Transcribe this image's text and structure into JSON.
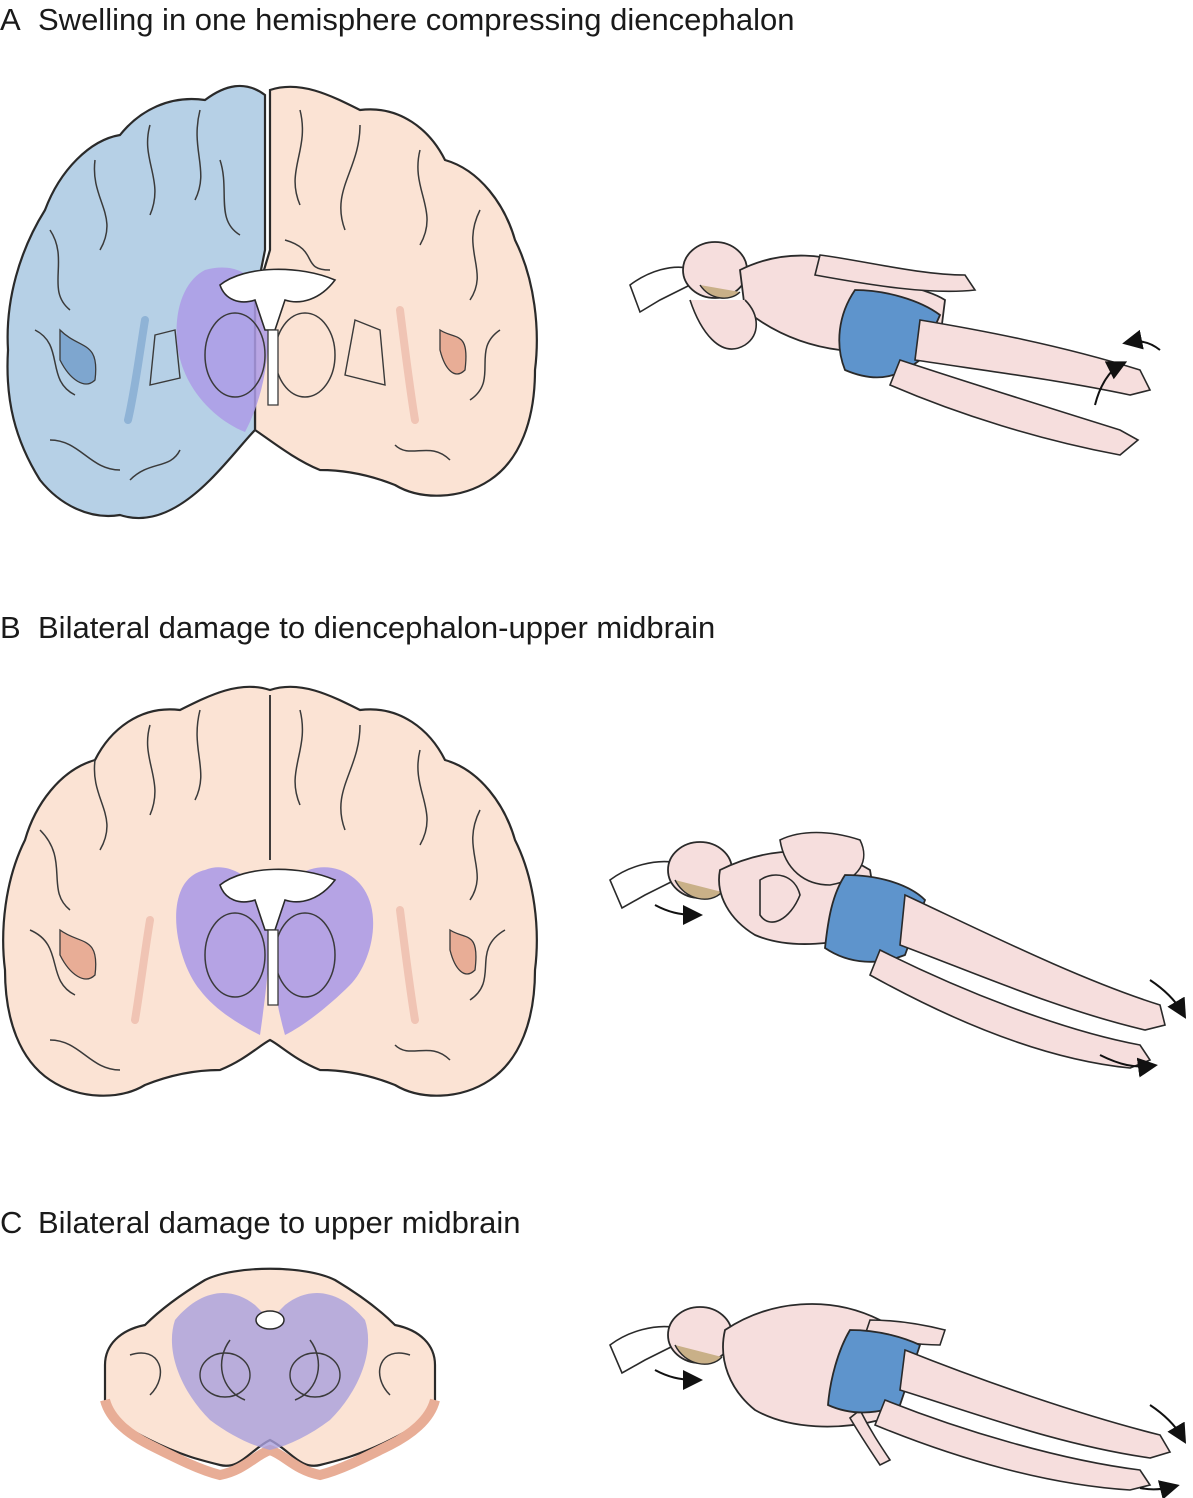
{
  "panels": [
    {
      "letter": "A",
      "title": "Swelling in one hemisphere compressing diencephalon"
    },
    {
      "letter": "B",
      "title": "Bilateral damage to diencephalon-upper midbrain"
    },
    {
      "letter": "C",
      "title": "Bilateral damage to upper midbrain"
    }
  ],
  "colors": {
    "brain_tissue": "#fbe3d4",
    "brain_outline": "#2a2a2a",
    "sulcus_shading": "#e8ad96",
    "swelling_blue": "#b6d0e6",
    "lesion_purple": "#ad9be6",
    "midbrain_lesion": "#a99fdc",
    "skin": "#f6dedd",
    "skin_shadow": "#e6c0c2",
    "shorts_blue": "#5e94cc",
    "hair": "#c9b088"
  }
}
